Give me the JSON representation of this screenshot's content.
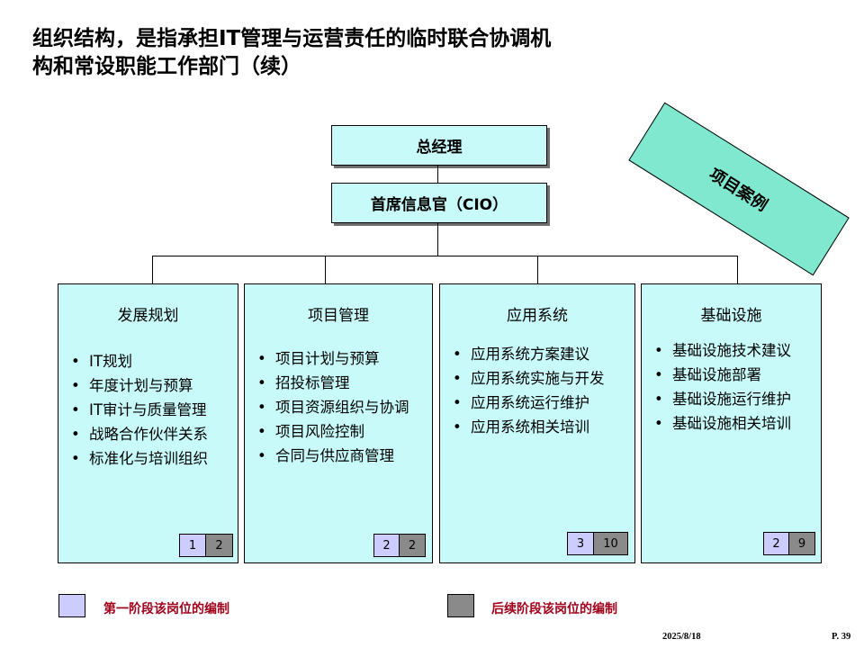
{
  "title": {
    "line1": "组织结构，是指承担IT管理与运营责任的临时联合协调机",
    "line2": "构和常设职能工作部门（续）"
  },
  "nodes": {
    "general_manager": "总经理",
    "cio": "首席信息官（CIO）"
  },
  "banner": "项目案例",
  "departments": [
    {
      "name": "发展规划",
      "items": [
        "IT规划",
        "年度计划与预算",
        "IT审计与质量管理",
        "战略合作伙伴关系",
        "标准化与培训组织"
      ],
      "phase1": "1",
      "later": "2"
    },
    {
      "name": "项目管理",
      "items": [
        "项目计划与预算",
        "招投标管理",
        "项目资源组织与协调",
        "项目风险控制",
        "合同与供应商管理"
      ],
      "phase1": "2",
      "later": "2"
    },
    {
      "name": "应用系统",
      "items": [
        "应用系统方案建议",
        "应用系统实施与开发",
        "应用系统运行维护",
        "应用系统相关培训"
      ],
      "phase1": "3",
      "later": "10"
    },
    {
      "name": "基础设施",
      "items": [
        "基础设施技术建议",
        "基础设施部署",
        "基础设施运行维护",
        "基础设施相关培训"
      ],
      "phase1": "2",
      "later": "9"
    }
  ],
  "legend": {
    "phase1_label": "第一阶段该岗位的编制",
    "later_label": "后续阶段该岗位的编制",
    "phase1_color": "#ccccff",
    "later_color": "#8a8a8a"
  },
  "footer": {
    "date": "2025/8/18",
    "page": "P. 39"
  }
}
